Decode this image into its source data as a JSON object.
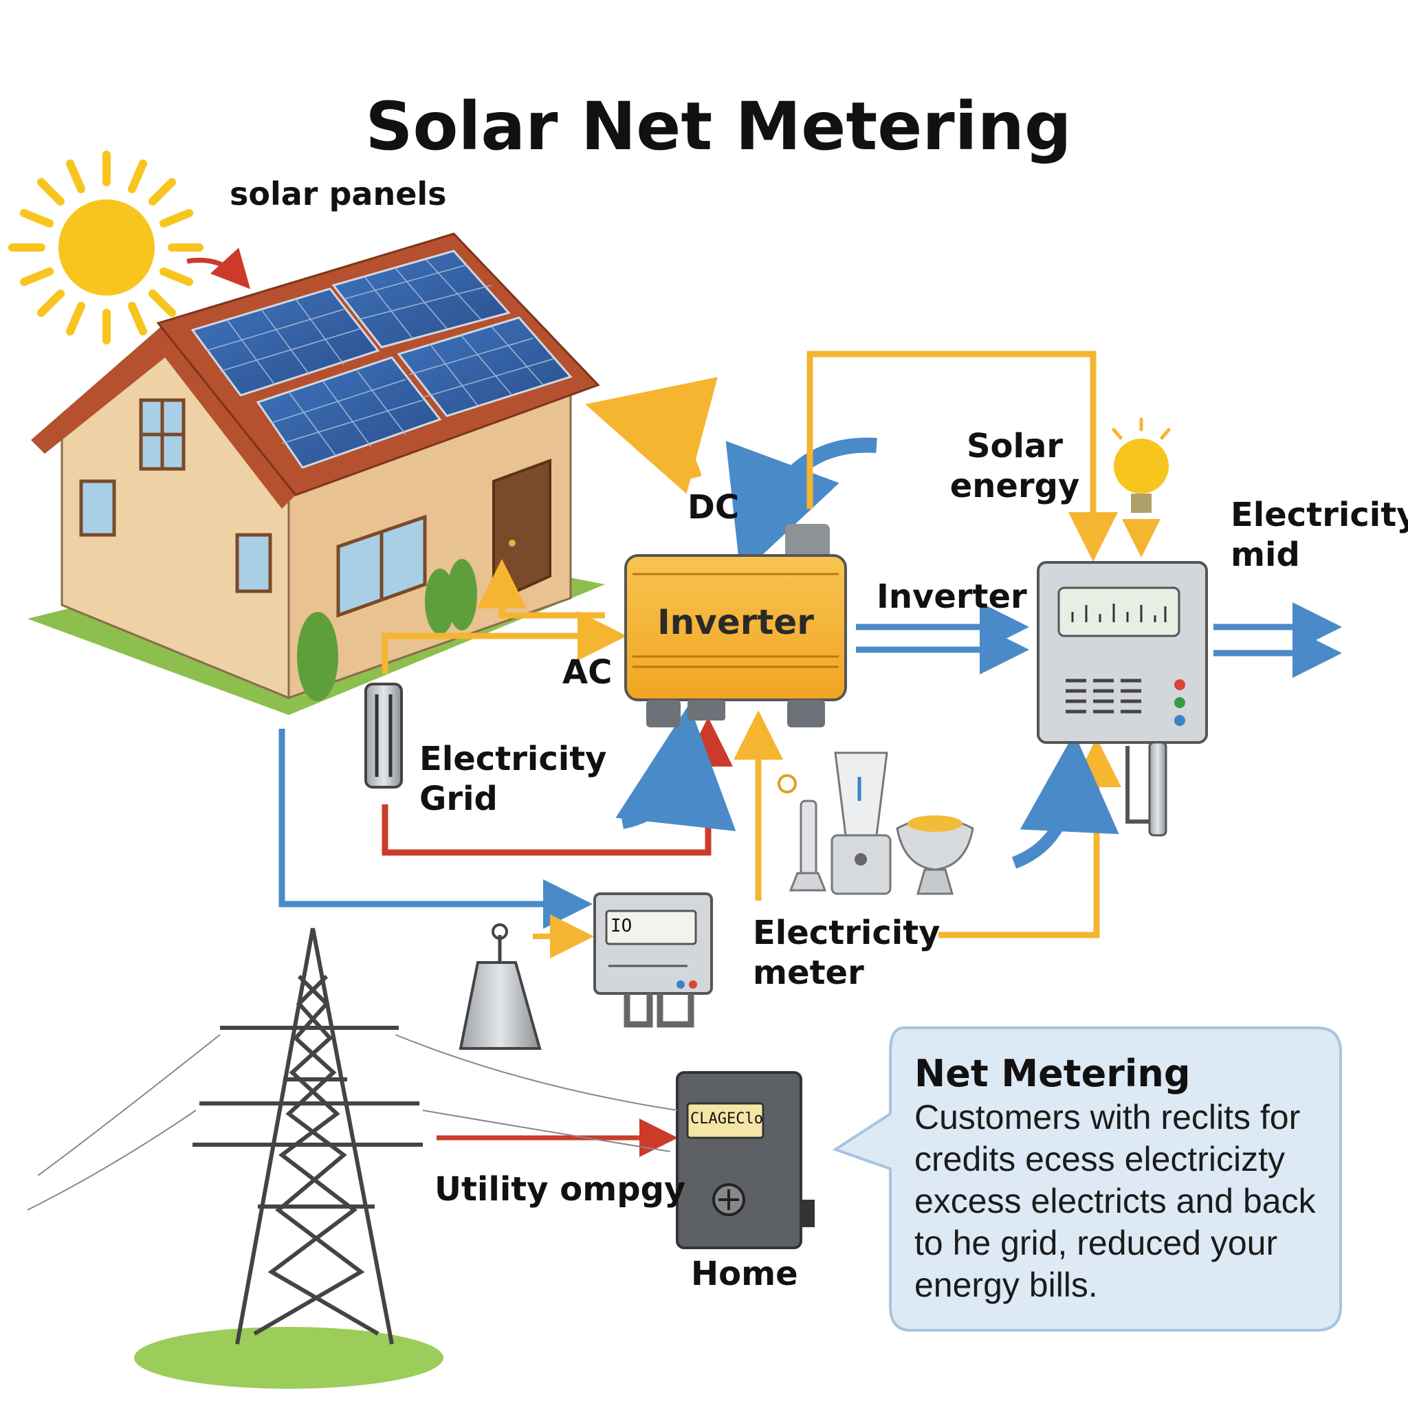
{
  "title": "Solar Net Metering",
  "labels": {
    "solar_panels": "solar panels",
    "dc": "DC",
    "ac": "AC",
    "inverter_box": "Inverter",
    "inverter_arrow": "Inverter",
    "solar_energy_1": "Solar",
    "solar_energy_2": "energy",
    "electricity_mid_1": "Electricity",
    "electricity_mid_2": "mid",
    "electricity_grid_1": "Electricity",
    "electricity_grid_2": "Grid",
    "electricity_meter_1": "Electricity",
    "electricity_meter_2": "meter",
    "utility": "Utility ompgy",
    "home": "Home"
  },
  "callout": {
    "title": "Net Metering",
    "body": "Customers with reclits for credits ecess electricizty excess electricts and back to he grid, reduced your energy bills."
  },
  "meter_readouts": {
    "small_meter": "IO",
    "home_meter": "CLAGEClo"
  },
  "colors": {
    "arrow_yellow": "#f5b530",
    "arrow_blue": "#4a8ac8",
    "arrow_red": "#cc3b2a",
    "inverter": "#f6b73c",
    "sun": "#f7c51e",
    "roof": "#b5512e",
    "wall": "#efd1a6",
    "panel": "#3b6bae",
    "grass": "#8cbf4d",
    "callout_bg": "#dde9f4",
    "callout_border": "#a6c4df"
  }
}
